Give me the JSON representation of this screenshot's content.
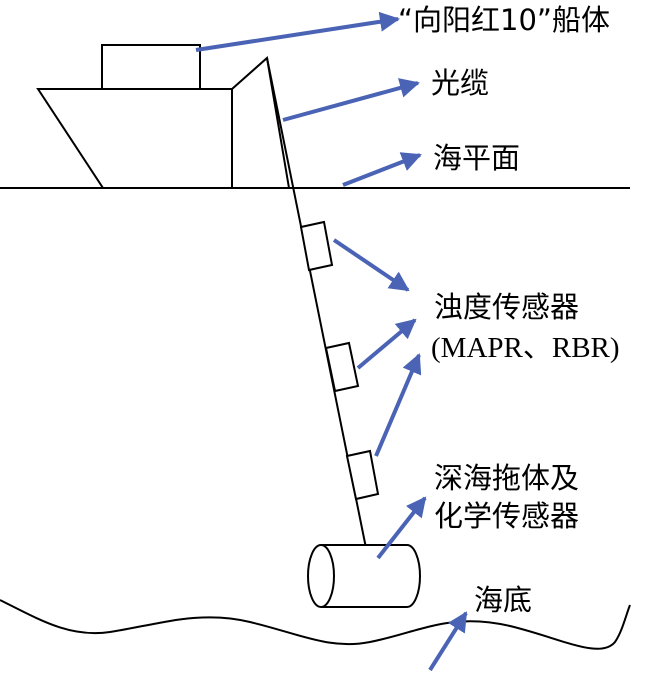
{
  "labels": {
    "ship_hull": "“向阳红10”船体",
    "cable": "光缆",
    "sea_level": "海平面",
    "turbidity_line1": "浊度传感器",
    "turbidity_line2": "(MAPR、RBR)",
    "towfish_line1": "深海拖体及",
    "towfish_line2": "化学传感器",
    "seabed": "海底"
  },
  "colors": {
    "arrow": "#4a63b5",
    "line": "#000000",
    "background": "#ffffff"
  }
}
